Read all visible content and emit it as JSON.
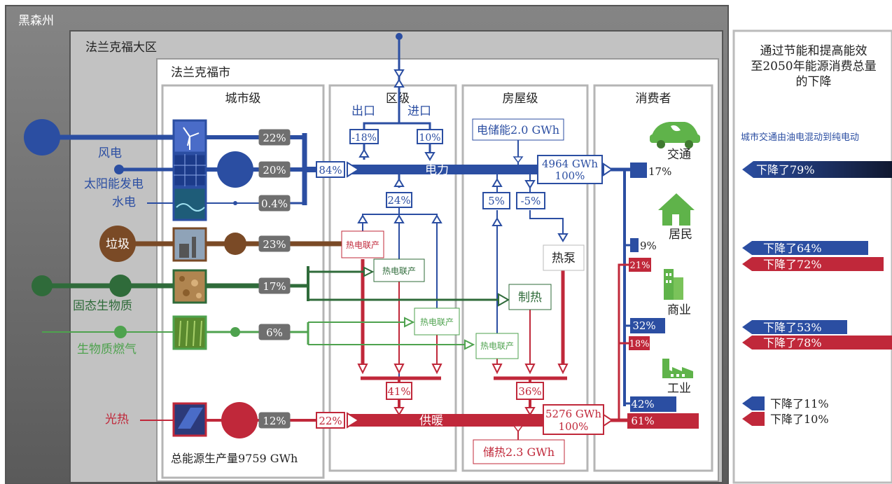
{
  "regions": {
    "state": "黑森州",
    "district": "法兰克福大区",
    "city": "法兰克福市"
  },
  "columns": {
    "city_level": "城市级",
    "district_level": "区级",
    "house_level": "房屋级",
    "consumers": "消费者"
  },
  "sources": {
    "wind": {
      "label": "风电",
      "share": "22%"
    },
    "solar_pv": {
      "label": "太阳能发电",
      "share": "20%"
    },
    "hydro": {
      "label": "水电",
      "share": "0.4%"
    },
    "waste": {
      "label": "垃圾",
      "share": "23%"
    },
    "solid_biomass": {
      "label": "固态生物质",
      "share": "17%"
    },
    "biogas": {
      "label": "生物质燃气",
      "share": "6%"
    },
    "solar_thermal": {
      "label": "光热",
      "share": "12%"
    }
  },
  "total_production": "总能源生产量9759 GWh",
  "electricity": {
    "label": "电力",
    "input_share": "84%",
    "export_label": "出口",
    "import_label": "进口",
    "export_share": "-18%",
    "import_share": "10%",
    "storage": "电储能2.0 GWh",
    "total_line1": "4964 GWh",
    "total_line2": "100%",
    "chp_share": "24%",
    "house_up": "5%",
    "house_down": "-5%"
  },
  "heat": {
    "label": "供暖",
    "input_share": "22%",
    "district_share": "41%",
    "house_share": "36%",
    "storage": "储热2.3 GWh",
    "total_line1": "5276 GWh",
    "total_line2": "100%"
  },
  "plants": {
    "chp": "热电联产",
    "heat_pump": "热泵",
    "heating": "制热"
  },
  "consumers": {
    "transport": {
      "label": "交通",
      "elec": "17%"
    },
    "residential": {
      "label": "居民",
      "elec": "9%",
      "heat": "21%"
    },
    "commercial": {
      "label": "商业",
      "elec": "32%",
      "heat": "18%"
    },
    "industry": {
      "label": "工业",
      "elec": "42%",
      "heat": "61%"
    }
  },
  "right_panel": {
    "title_line1": "通过节能和提高能效",
    "title_line2": "至2050年能源消费总量",
    "title_line3": "的下降",
    "transport_note": "城市交通由油电混动到纯电动",
    "transport_drop": "下降了79%",
    "residential_elec": "下降了64%",
    "residential_heat": "下降了72%",
    "commercial_elec": "下降了53%",
    "commercial_heat": "下降了78%",
    "industry_elec": "下降了11%",
    "industry_heat": "下降了10%"
  },
  "colors": {
    "electricity": "#2b4ea2",
    "heat": "#c0283a",
    "waste": "#7a4a26",
    "solid_biomass": "#2f6b3a",
    "biogas": "#4ea24e",
    "frame": "#6b6b6b",
    "share_box": "#6f6f6f"
  }
}
